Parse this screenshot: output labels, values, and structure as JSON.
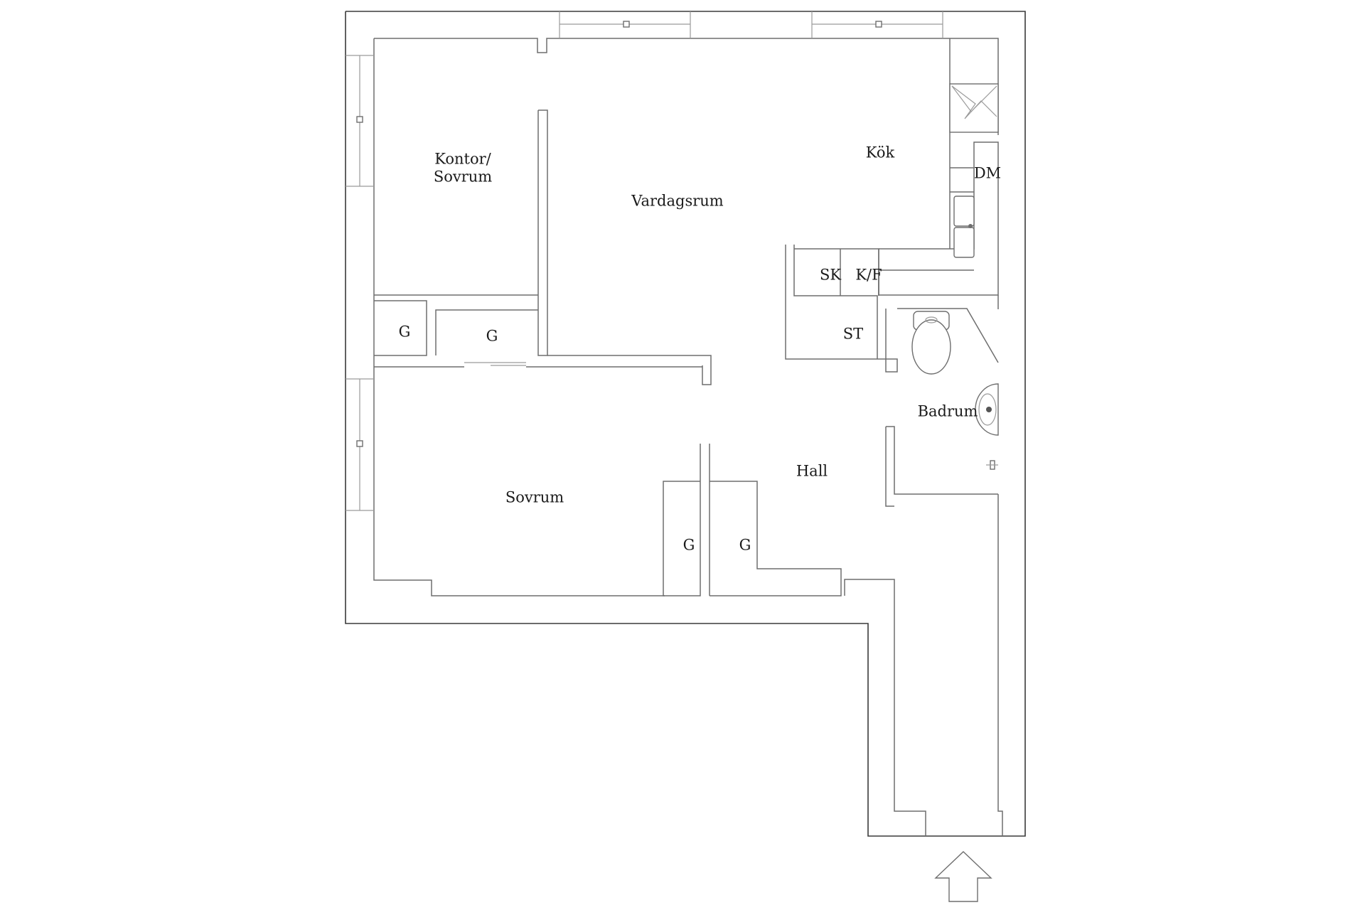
{
  "rooms": {
    "kontor_line1": "Kontor/",
    "kontor_line2": "Sovrum",
    "vardagsrum": "Vardagsrum",
    "kok": "Kök",
    "dm": "DM",
    "sk": "SK",
    "kf": "K/F",
    "st": "ST",
    "g1": "G",
    "g2": "G",
    "g3": "G",
    "g4": "G",
    "badrum": "Badrum",
    "hall": "Hall",
    "sovrum": "Sovrum"
  },
  "icons": {
    "entrance": "entrance-arrow-icon",
    "toilet": "toilet-icon",
    "sink": "washbasin-icon",
    "kitchen_sink": "kitchen-sink-icon",
    "stove": "stove-icon"
  }
}
